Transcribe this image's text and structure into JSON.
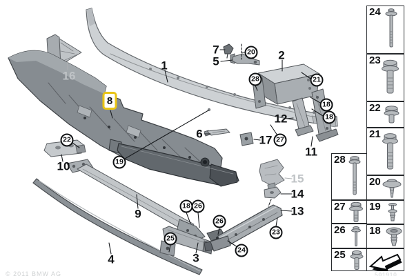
{
  "diagram": {
    "watermark": "© 2011 BMW AG",
    "footer_code": "501910",
    "accent_highlight_color": "#e9c414",
    "grayed_label_color": "#bfc3c6",
    "callouts": {
      "highlighted": {
        "label": "8"
      },
      "plain": [
        {
          "label": "1"
        },
        {
          "label": "2"
        },
        {
          "label": "3"
        },
        {
          "label": "4"
        },
        {
          "label": "5"
        },
        {
          "label": "6"
        },
        {
          "label": "7"
        },
        {
          "label": "9"
        },
        {
          "label": "10"
        },
        {
          "label": "11"
        },
        {
          "label": "12"
        },
        {
          "label": "13"
        },
        {
          "label": "14"
        },
        {
          "label": "17"
        }
      ],
      "grayed": [
        {
          "label": "15"
        },
        {
          "label": "16"
        }
      ],
      "circled": [
        {
          "label": "18"
        },
        {
          "label": "18"
        },
        {
          "label": "18"
        },
        {
          "label": "19"
        },
        {
          "label": "20"
        },
        {
          "label": "21"
        },
        {
          "label": "22"
        },
        {
          "label": "23"
        },
        {
          "label": "24"
        },
        {
          "label": "25"
        },
        {
          "label": "26"
        },
        {
          "label": "26"
        },
        {
          "label": "27"
        },
        {
          "label": "28"
        }
      ]
    }
  },
  "sidebar": {
    "boxes": [
      {
        "label": "24",
        "icon": "bolt-long-thin"
      },
      {
        "label": "23",
        "icon": "bolt-large"
      },
      {
        "label": "22",
        "icon": "bolt-stub"
      },
      {
        "label": "21",
        "icon": "bolt-medium"
      },
      {
        "label": "28",
        "icon": "bolt-long-slim"
      },
      {
        "label": "20",
        "icon": "washer-screw"
      },
      {
        "label": "27",
        "icon": "bolt-sems"
      },
      {
        "label": "19",
        "icon": "expansion-rivet"
      },
      {
        "label": "26",
        "icon": "screw-small"
      },
      {
        "label": "18",
        "icon": "grommet-clip"
      },
      {
        "label": "25",
        "icon": "bolt-short"
      },
      {
        "label": "",
        "icon": "direction-arrow"
      }
    ]
  }
}
